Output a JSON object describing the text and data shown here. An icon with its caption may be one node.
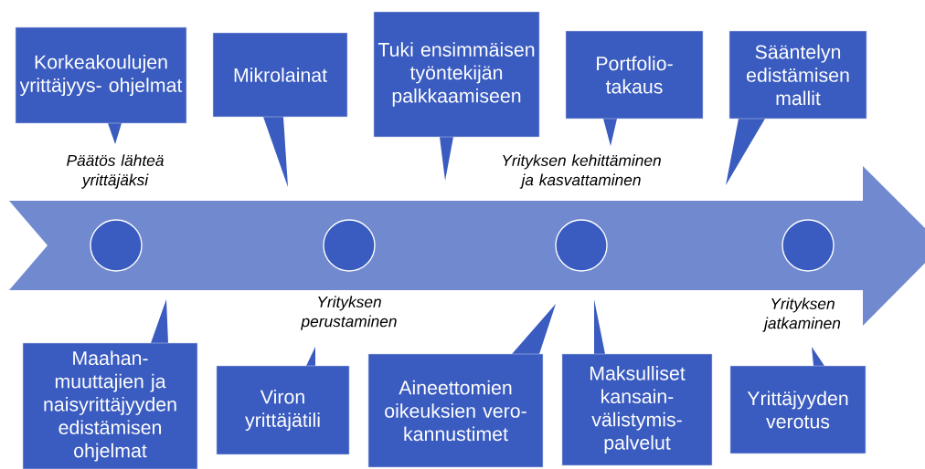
{
  "diagram": {
    "nodes": [
      {
        "text": [
          "Korkeakoulujen yrittäjyys- ohjelmat"
        ]
      },
      {
        "text": [
          "Mikrolainat"
        ]
      },
      {
        "text": [
          "Tuki ensimmäisen työntekijän palkkaamiseen"
        ]
      },
      {
        "text": [
          "Portfolio- takaus"
        ]
      },
      {
        "text": [
          "Sääntelyn edistämisen mallit"
        ]
      },
      {
        "text": [
          "Maahan- muuttajien ja naisyrittäjyyden edistämisen ohjelmat"
        ]
      },
      {
        "text": [
          "Viron yrittäjätili"
        ]
      },
      {
        "text": [
          "Aineettomien oikeuksien vero- kannustimet"
        ]
      },
      {
        "text": [
          "Maksulliset kansain- välistymis- palvelut"
        ]
      },
      {
        "text": [
          "Yrittäjyyden verotus"
        ]
      },
      {
        "text": [],
        "shape": "circle"
      },
      {
        "text": [],
        "shape": "circle"
      },
      {
        "text": [],
        "shape": "circle"
      },
      {
        "text": [],
        "shape": "circle"
      }
    ],
    "labels": [
      "Päätös lähteä yrittäjäksi",
      "Yrityksen kehittäminen ja kasvattaminen",
      "Yrityksen perustaminen",
      "Yrityksen jatkaminen"
    ]
  }
}
